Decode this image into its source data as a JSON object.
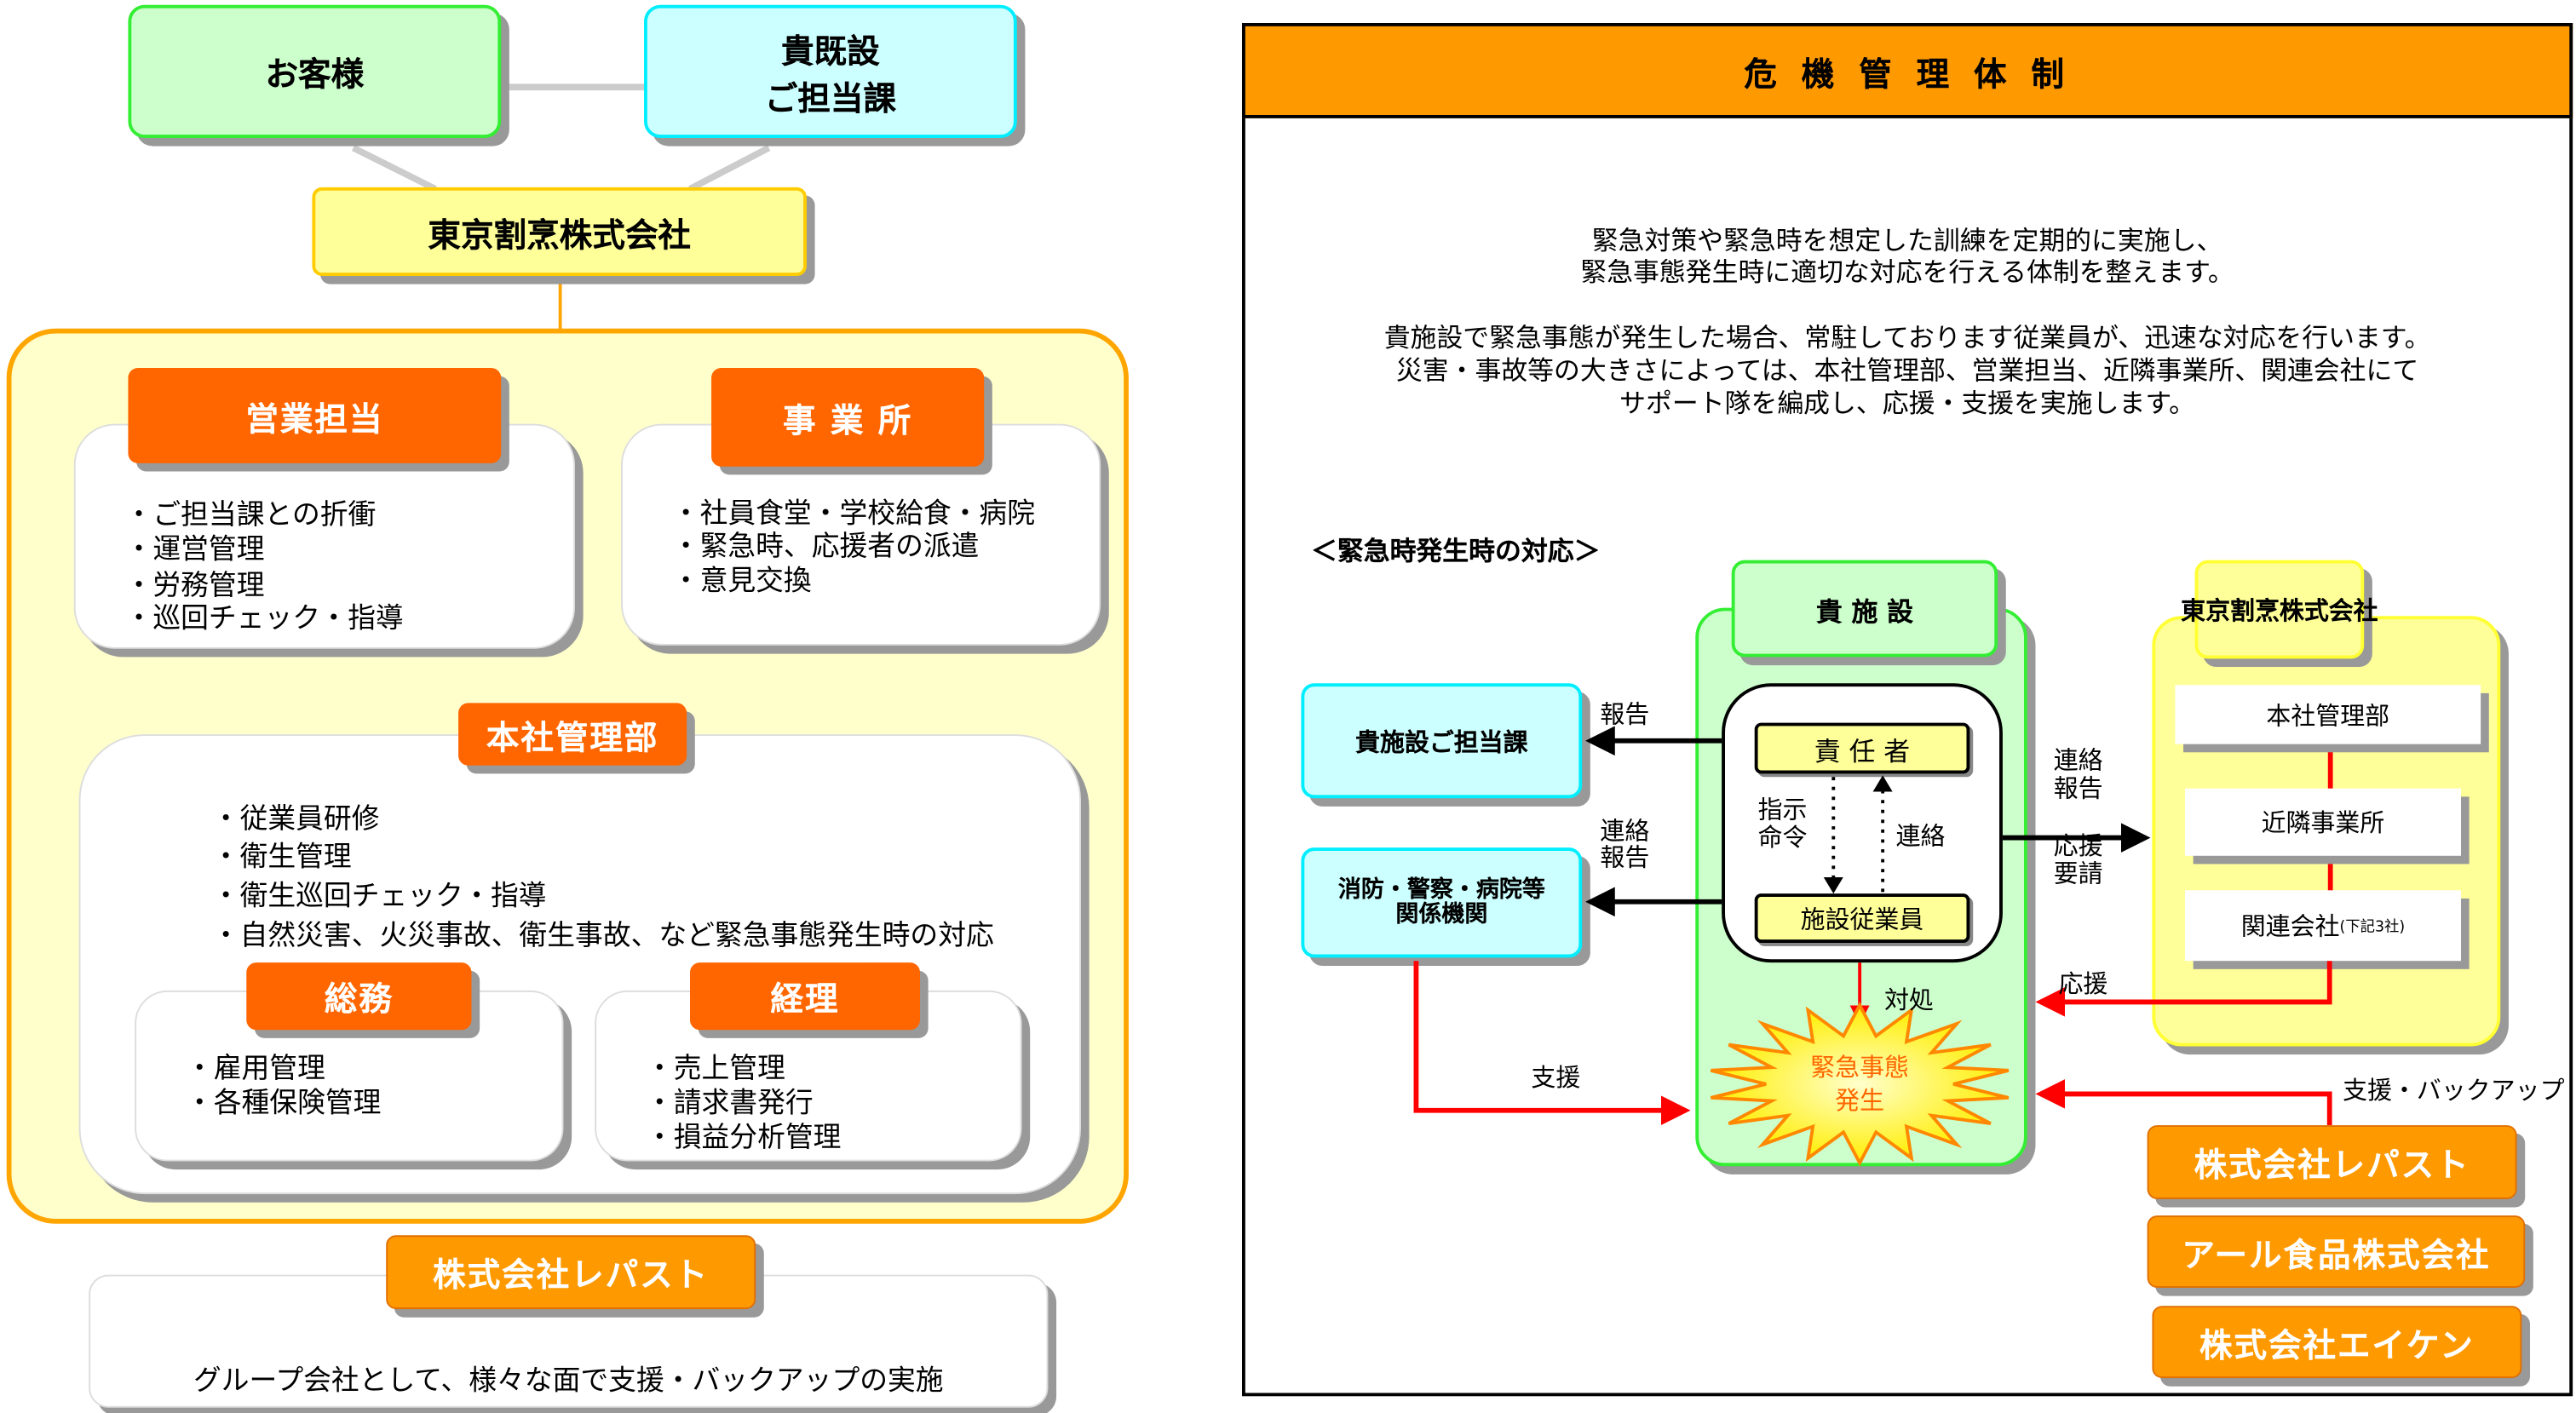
{
  "left": {
    "customer": "お客様",
    "facility_dept": [
      "貴既設",
      "ご担当課"
    ],
    "company": "東京割烹株式会社",
    "sales": {
      "title": "営業担当",
      "items": [
        "・ご担当課との折衝",
        "・運営管理",
        "・労務管理",
        "・巡回チェック・指導"
      ]
    },
    "office": {
      "title": "事 業 所",
      "items": [
        "・社員食堂・学校給食・病院",
        "・緊急時、応援者の派遣",
        "・意見交換"
      ]
    },
    "hq": {
      "title": "本社管理部",
      "items": [
        "・従業員研修",
        "・衛生管理",
        "・衛生巡回チェック・指導",
        "・自然災害、火災事故、衛生事故、など緊急事態発生時の対応"
      ]
    },
    "general": {
      "title": "総務",
      "items": [
        "・雇用管理",
        "・各種保険管理"
      ]
    },
    "accounting": {
      "title": "経理",
      "items": [
        "・売上管理",
        "・請求書発行",
        "・損益分析管理"
      ]
    },
    "group": {
      "title": "株式会社レパスト",
      "text": "グループ会社として、様々な面で支援・バックアップの実施"
    }
  },
  "right": {
    "header": "危 機 管 理 体 制",
    "intro": [
      "緊急対策や緊急時を想定した訓練を定期的に実施し、",
      "緊急事態発生時に適切な対応を行える体制を整えます。"
    ],
    "body": [
      "貴施設で緊急事態が発生した場合、常駐しております従業員が、迅速な対応を行います。",
      "災害・事故等の大きさによっては、本社管理部、営業担当、近隣事業所、関連会社にて",
      "サポート隊を編成し、応援・支援を実施します。"
    ],
    "section_title": "＜緊急時発生時の対応＞",
    "facility": "貴 施 設",
    "responsible": "責 任 者",
    "staff": "施設従業員",
    "instruction": [
      "指示",
      "命令"
    ],
    "contact": "連絡",
    "company": "東京割烹株式会社",
    "hq": "本社管理部",
    "nearby": "近隣事業所",
    "affiliate": "関連会社",
    "affiliate_note": "(下記3社)",
    "facility_dept": "貴施設ご担当課",
    "agencies": [
      "消防・警察・病院等",
      "関係機関"
    ],
    "label_report": "報告",
    "label_contact_report": [
      "連絡",
      "報告"
    ],
    "label_contact_report_right": [
      "連絡",
      "報告"
    ],
    "label_request": [
      "応援",
      "要請"
    ],
    "label_support_in": "応援",
    "label_handle": "対処",
    "label_support": "支援",
    "label_backup": "支援・バックアップ",
    "emergency": [
      "緊急事態",
      "発生"
    ],
    "companies": [
      "株式会社レパスト",
      "アール食品株式会社",
      "株式会社エイケン"
    ]
  }
}
